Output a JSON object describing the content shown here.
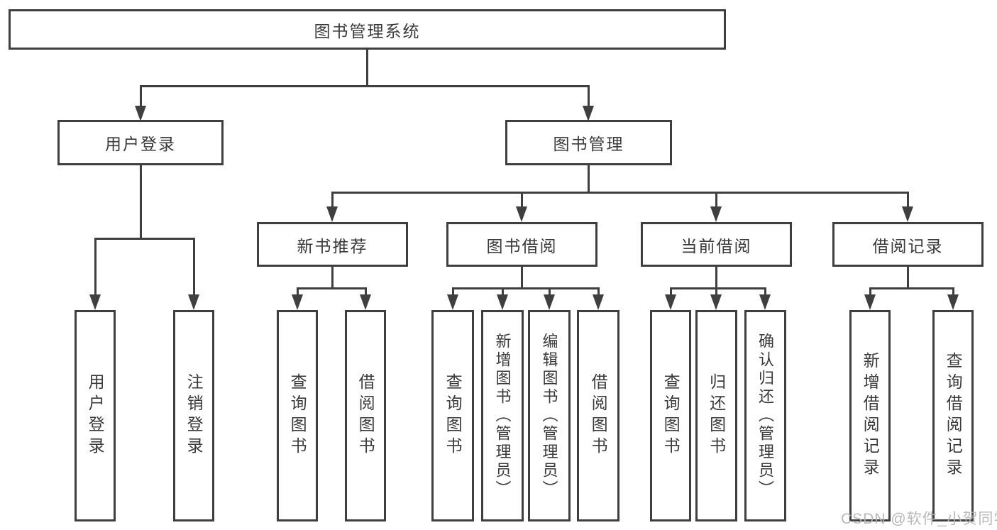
{
  "diagram": {
    "root": "图书管理系统",
    "level2": {
      "user_login": "用户登录",
      "book_management": "图书管理"
    },
    "level3": {
      "new_book_recommend": "新书推荐",
      "book_borrowing": "图书借阅",
      "current_borrowing": "当前借阅",
      "borrowing_records": "借阅记录"
    },
    "leaves": {
      "user_login": "用户登录",
      "logout": "注销登录",
      "query_books_recommend": "查询图书",
      "borrow_books_recommend": "借阅图书",
      "query_books_borrowing": "查询图书",
      "add_books_admin": "新增图书（管理员）",
      "edit_books_admin": "编辑图书（管理员）",
      "borrow_books_borrowing": "借阅图书",
      "query_books_current": "查询图书",
      "return_books": "归还图书",
      "confirm_return_admin": "确认归还（管理员）",
      "add_borrow_record": "新增借阅记录",
      "query_borrow_record": "查询借阅记录"
    },
    "watermark": "CSDN @软件_小贺同学",
    "colors": {
      "line": "#3f3f3f",
      "text": "#3a3a3a",
      "watermark": "#b3b3b3",
      "background": "#ffffff"
    }
  }
}
